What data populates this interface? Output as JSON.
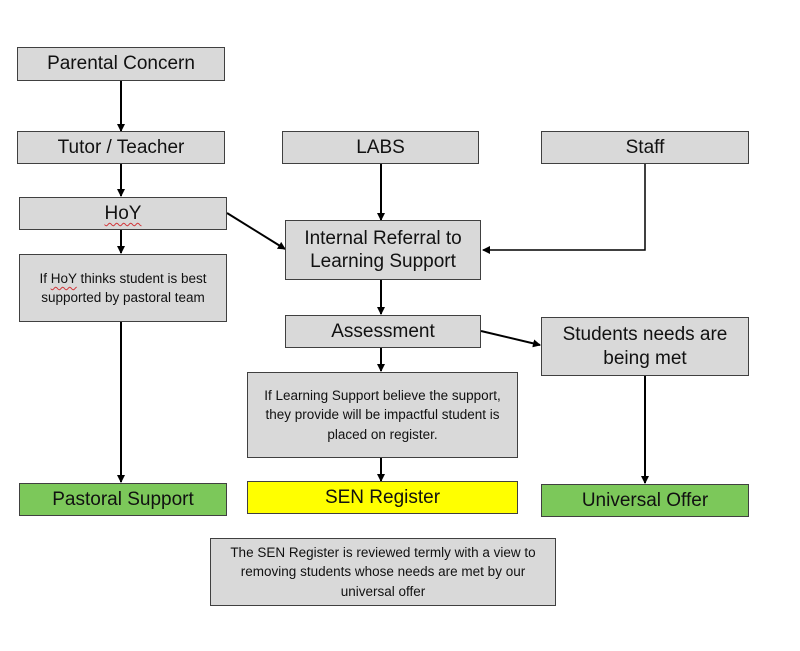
{
  "colors": {
    "box_fill": "#d9d9d9",
    "green": "#7cc85a",
    "yellow": "#ffff00",
    "arrow": "#000000"
  },
  "nodes": {
    "parental_concern": "Parental Concern",
    "tutor_teacher": "Tutor / Teacher",
    "labs": "LABS",
    "staff": "Staff",
    "hoy": "HoY",
    "internal_referral_line1": "Internal Referral to",
    "internal_referral_line2": "Learning Support",
    "pastoral_note_prefix": "If ",
    "pastoral_note_hoy": "HoY",
    "pastoral_note_rest": " thinks student is best supported by pastoral team",
    "assessment": "Assessment",
    "needs_met_line1": "Students needs are",
    "needs_met_line2": "being met",
    "ls_note": "If Learning Support believe the support, they provide will be impactful student is placed on register.",
    "pastoral_support": "Pastoral Support",
    "sen_register": "SEN Register",
    "universal_offer": "Universal Offer",
    "review_note": "The SEN Register is reviewed termly with a view to removing students whose needs are met by our universal offer"
  }
}
